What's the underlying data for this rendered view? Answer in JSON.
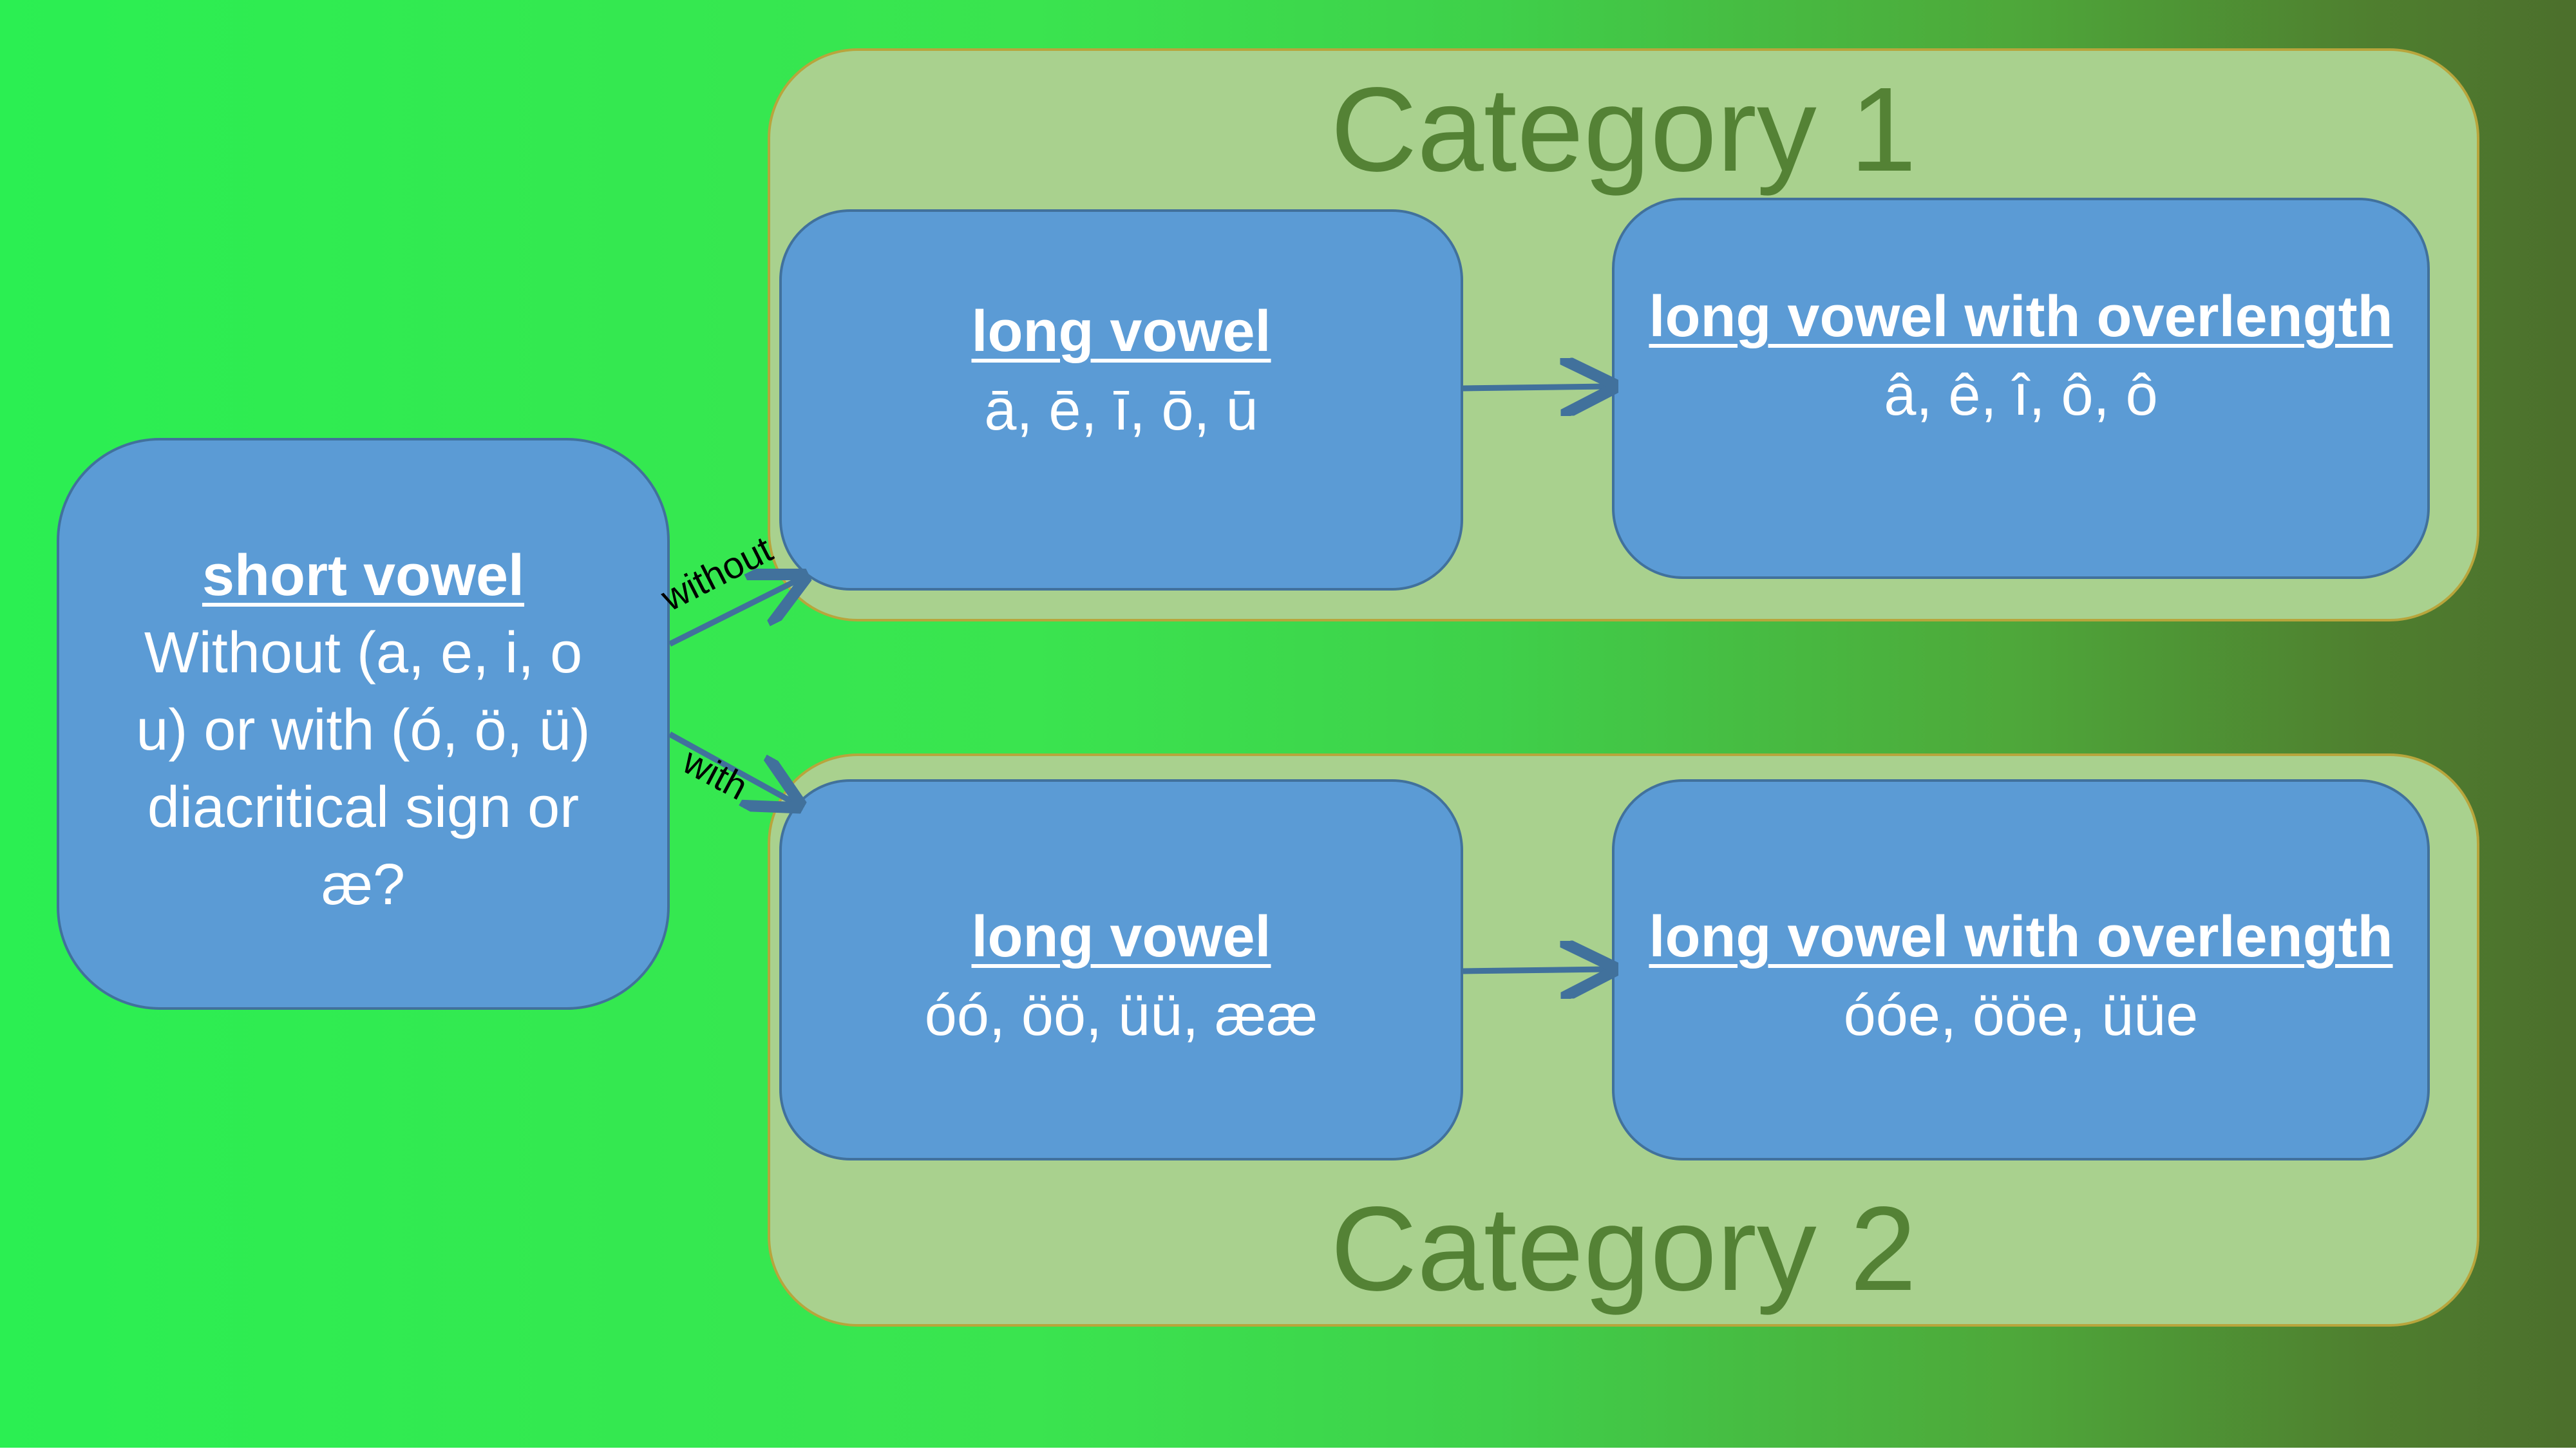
{
  "categories": {
    "top": {
      "title": "Category 1"
    },
    "bottom": {
      "title": "Category 2"
    }
  },
  "nodes": {
    "short_vowel": {
      "title": "short vowel",
      "text": "Without (a, e, i, o u) or with (ó, ö, ü) diacritical sign or æ?"
    },
    "cat1_long": {
      "title": "long vowel",
      "text": "ā, ē, ī, ō, ū"
    },
    "cat1_overlength": {
      "title": "long vowel with overlength",
      "text": "â, ê, î, ô, ô"
    },
    "cat2_long": {
      "title": "long vowel",
      "text": "óó, öö, üü, ææ"
    },
    "cat2_overlength": {
      "title": "long vowel with overlength",
      "text": "óóe, ööe, üüe"
    }
  },
  "edges": {
    "without": "without",
    "with": "with"
  },
  "colors": {
    "node_fill": "#5b9bd5",
    "node_border": "#41719c",
    "category_fill": "#a9d18e",
    "category_title": "#548235",
    "arrow": "#41719c"
  }
}
